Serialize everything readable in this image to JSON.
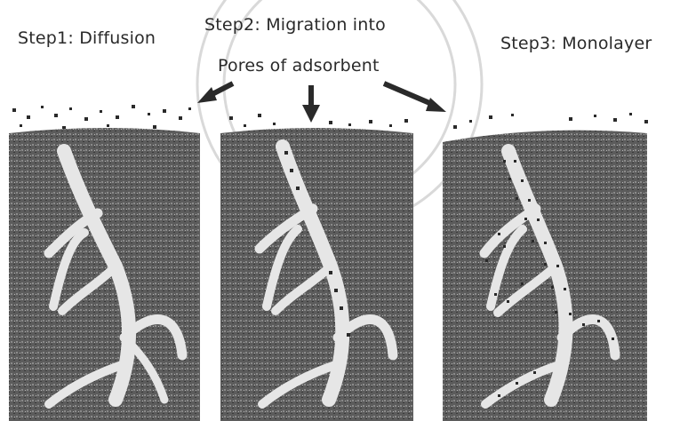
{
  "labels": {
    "step1": "Step1: Diffusion",
    "step2_line1": "Step2: Migration into",
    "step2_line2": "Pores of adsorbent",
    "step3": "Step3: Monolayer"
  },
  "colors": {
    "ink": "#2a2a2a",
    "block": "#5c5c5c",
    "pore": "#e6e6e6",
    "watermark": "#d9d9d9"
  }
}
